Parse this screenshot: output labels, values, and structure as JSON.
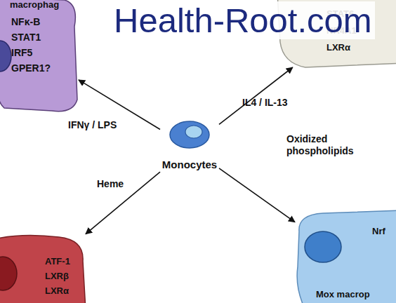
{
  "diagram": {
    "nodes": [
      {
        "text": [
          "macrophag",
          "NFκ-B STAT1 IRF5 GPER1?"
        ]
      },
      {
        "text": [
          "STAT6 NR4A1 LXRα"
        ]
      },
      {
        "text": [
          "Monocytes"
        ]
      },
      {
        "text": [
          "ATF-1 LXRβ LXRα"
        ]
      },
      {
        "text": [
          "Nrf",
          "Mox macrop"
        ]
      }
    ],
    "edges": [
      {
        "from": 2,
        "to": 0,
        "label": "IFNγ / LPS",
        "arrow": "to"
      },
      {
        "from": 2,
        "to": 1,
        "label": "IL4 / IL-13",
        "arrow": "to"
      },
      {
        "from": 2,
        "to": 3,
        "label": "Heme",
        "arrow": "to"
      },
      {
        "from": 2,
        "to": 4,
        "label": "Oxidized phospholipids",
        "arrow": "to"
      }
    ],
    "labels": [
      "Health-Root.com"
    ]
  }
}
